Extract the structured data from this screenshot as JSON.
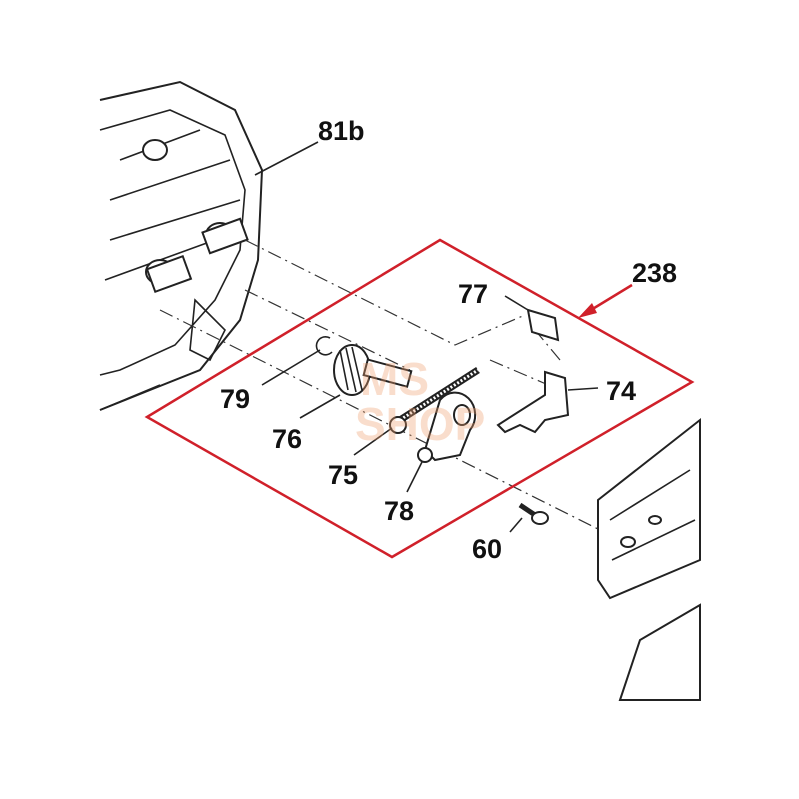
{
  "diagram": {
    "watermark": "MS SHOP",
    "kit_label": "238",
    "colors": {
      "kit_outline": "#d0202a",
      "lines": "#222222",
      "watermark": "#f0a070"
    },
    "callouts": [
      {
        "id": "81b",
        "part": "housing"
      },
      {
        "id": "77",
        "part": "plate"
      },
      {
        "id": "74",
        "part": "lever"
      },
      {
        "id": "79",
        "part": "circlip"
      },
      {
        "id": "76",
        "part": "worm-gear"
      },
      {
        "id": "75",
        "part": "spur-gear"
      },
      {
        "id": "78",
        "part": "bracket"
      },
      {
        "id": "60",
        "part": "screw"
      }
    ]
  }
}
